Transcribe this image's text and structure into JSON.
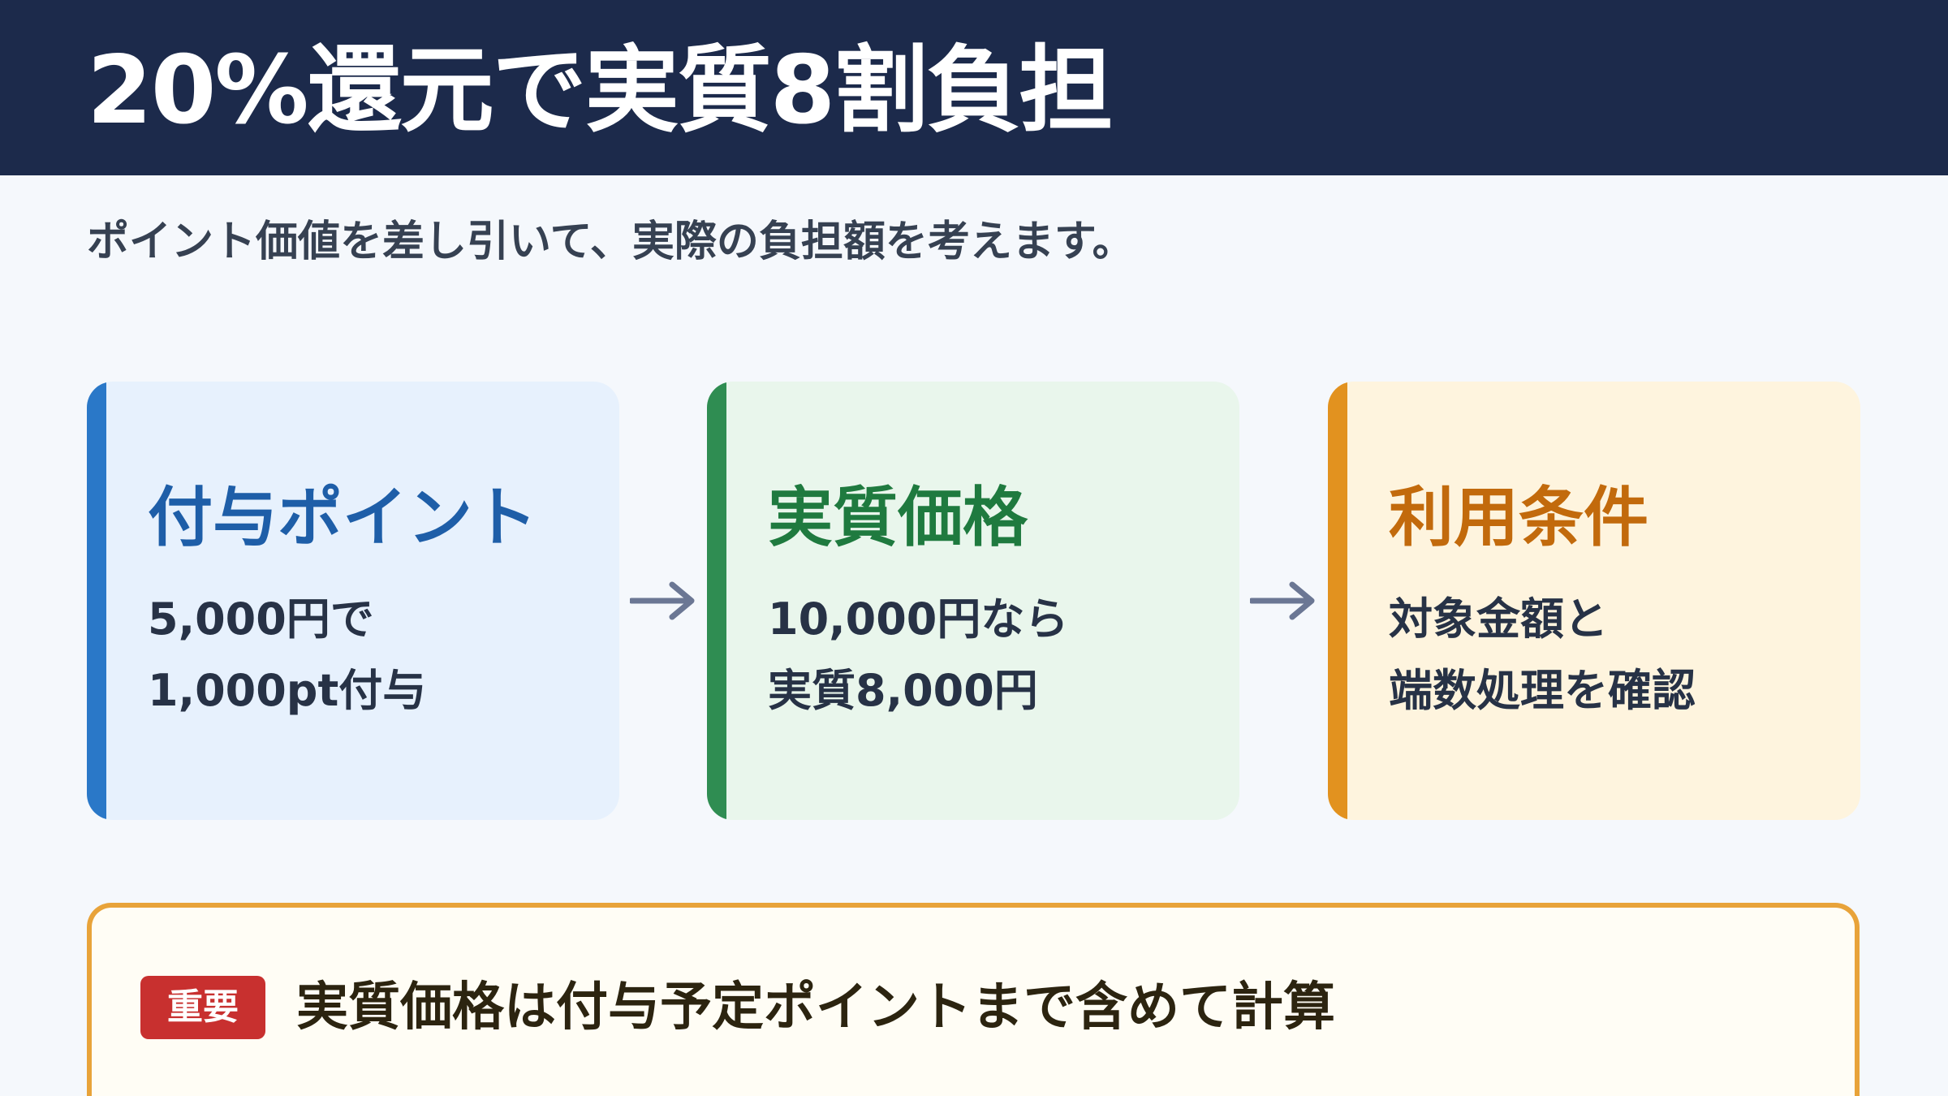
{
  "header": {
    "title": "20%還元で実質8割負担"
  },
  "subtitle": "ポイント価値を差し引いて、実際の負担額を考えます。",
  "cards": [
    {
      "title": "付与ポイント",
      "lines": [
        "5,000円で",
        "1,000pt付与"
      ],
      "accent_color": "#2a78c8"
    },
    {
      "title": "実質価格",
      "lines": [
        "10,000円なら",
        "実質8,000円"
      ],
      "accent_color": "#2f8d52"
    },
    {
      "title": "利用条件",
      "lines": [
        "対象金額と",
        "端数処理を確認"
      ],
      "accent_color": "#e2921f"
    }
  ],
  "arrows": {
    "icon": "arrow-right-icon",
    "color": "#6b7794"
  },
  "callout": {
    "badge": "重要",
    "text": "実質価格は付与予定ポイントまで含めて計算",
    "border_color": "#e8a33a",
    "badge_color": "#c8302f"
  }
}
